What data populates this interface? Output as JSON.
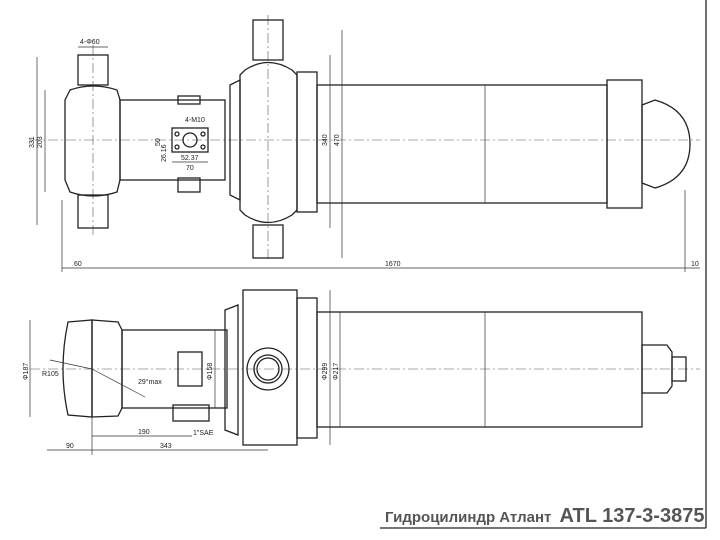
{
  "title": {
    "prefix": "Гидроцилиндр Атлант",
    "model": "ATL 137-3-3875"
  },
  "top_view": {
    "dims": {
      "pin_dia": "4-Φ60",
      "height_331": "331",
      "height_203": "203",
      "bolts": "4-M10",
      "d50": "50",
      "d2616": "26.16",
      "d5237": "52.37",
      "d70": "70",
      "d340": "340",
      "d470": "470",
      "d60": "60",
      "d1670": "1670",
      "d10": "10"
    }
  },
  "side_view": {
    "dims": {
      "d187": "Φ187",
      "r105": "R105",
      "angle": "29°max",
      "d158": "Φ158",
      "port": "1\"SAE",
      "d190": "190",
      "d90": "90",
      "d343": "343",
      "d299": "Φ299",
      "d217": "Φ217"
    }
  }
}
